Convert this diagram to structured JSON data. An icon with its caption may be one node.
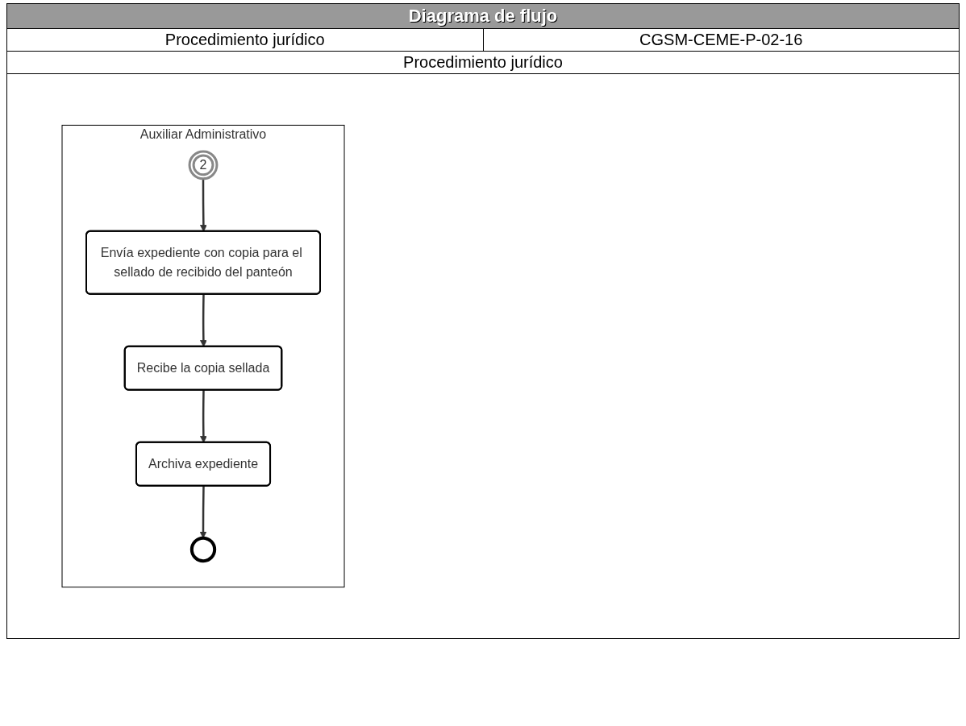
{
  "diagram": {
    "title": "Diagrama de flujo",
    "nodes": [
      {
        "text": [
          "Auxiliar Administrativo"
        ]
      },
      {
        "text": [
          "2"
        ],
        "in": 0
      },
      {
        "text": [
          "Envía expediente con copia para el sellado de recibido del panteón"
        ],
        "in": 0
      },
      {
        "text": [
          "Recibe la copia sellada"
        ],
        "in": 0
      },
      {
        "text": [
          "Archiva expediente"
        ],
        "in": 0
      },
      {
        "text": [],
        "shape": "circle",
        "in": 0
      }
    ],
    "edges": [
      {
        "from": 1,
        "to": 2,
        "arrow": "to"
      },
      {
        "from": 2,
        "to": 3,
        "arrow": "to"
      },
      {
        "from": 3,
        "to": 4,
        "arrow": "to"
      },
      {
        "from": 4,
        "to": 5,
        "arrow": "to"
      }
    ],
    "labels": [
      "Procedimiento jurídico",
      "CGSM-CEME-P-02-16",
      "Procedimiento jurídico"
    ]
  }
}
